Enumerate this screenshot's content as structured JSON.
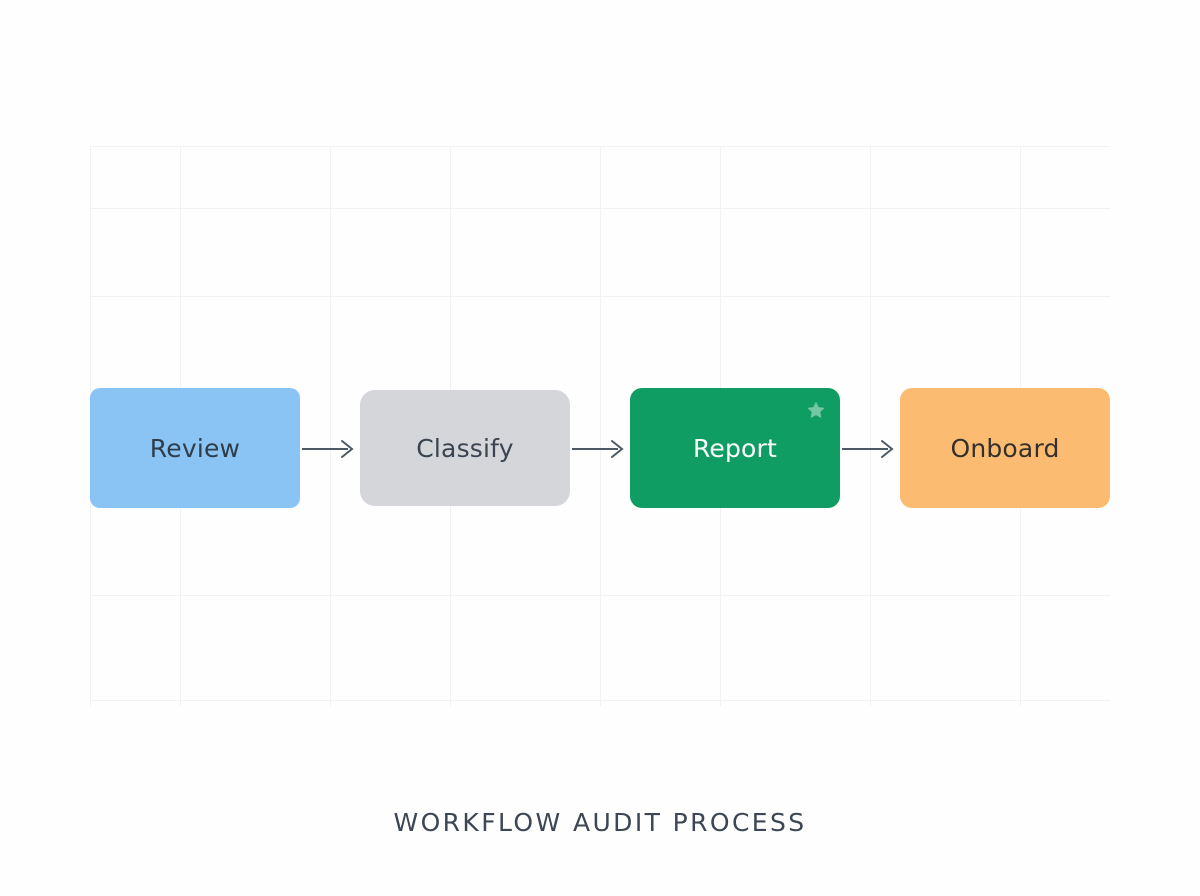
{
  "diagram": {
    "caption": "WORKFLOW AUDIT PROCESS",
    "type": "horizontal-flow",
    "background_color": "#fefefe",
    "grid": {
      "visible": true,
      "line_color": "#f1f2f4",
      "vertical_positions": [
        0,
        90,
        240,
        360,
        510,
        630,
        780,
        930
      ],
      "horizontal_positions": [
        0,
        62,
        150,
        449,
        554
      ]
    },
    "nodes": [
      {
        "id": "review",
        "label": "Review",
        "fill_color": "#8ac4f5",
        "text_color": "#2f3d4a",
        "badge": null
      },
      {
        "id": "classify",
        "label": "Classify",
        "fill_color": "#d4d6da",
        "text_color": "#3a4450",
        "badge": null
      },
      {
        "id": "report",
        "label": "Report",
        "fill_color": "#0f9d63",
        "text_color": "#ffffff",
        "badge": "star-icon"
      },
      {
        "id": "onboard",
        "label": "Onboard",
        "fill_color": "#fbbc72",
        "text_color": "#34302c",
        "badge": null
      }
    ],
    "connectors": [
      {
        "id": "review-to-classify",
        "from": "review",
        "to": "classify",
        "style": "arrow",
        "color": "#4d5965"
      },
      {
        "id": "classify-to-report",
        "from": "classify",
        "to": "report",
        "style": "arrow",
        "color": "#4d5965"
      },
      {
        "id": "report-to-onboard",
        "from": "report",
        "to": "onboard",
        "style": "arrow",
        "color": "#4d5965"
      }
    ]
  }
}
